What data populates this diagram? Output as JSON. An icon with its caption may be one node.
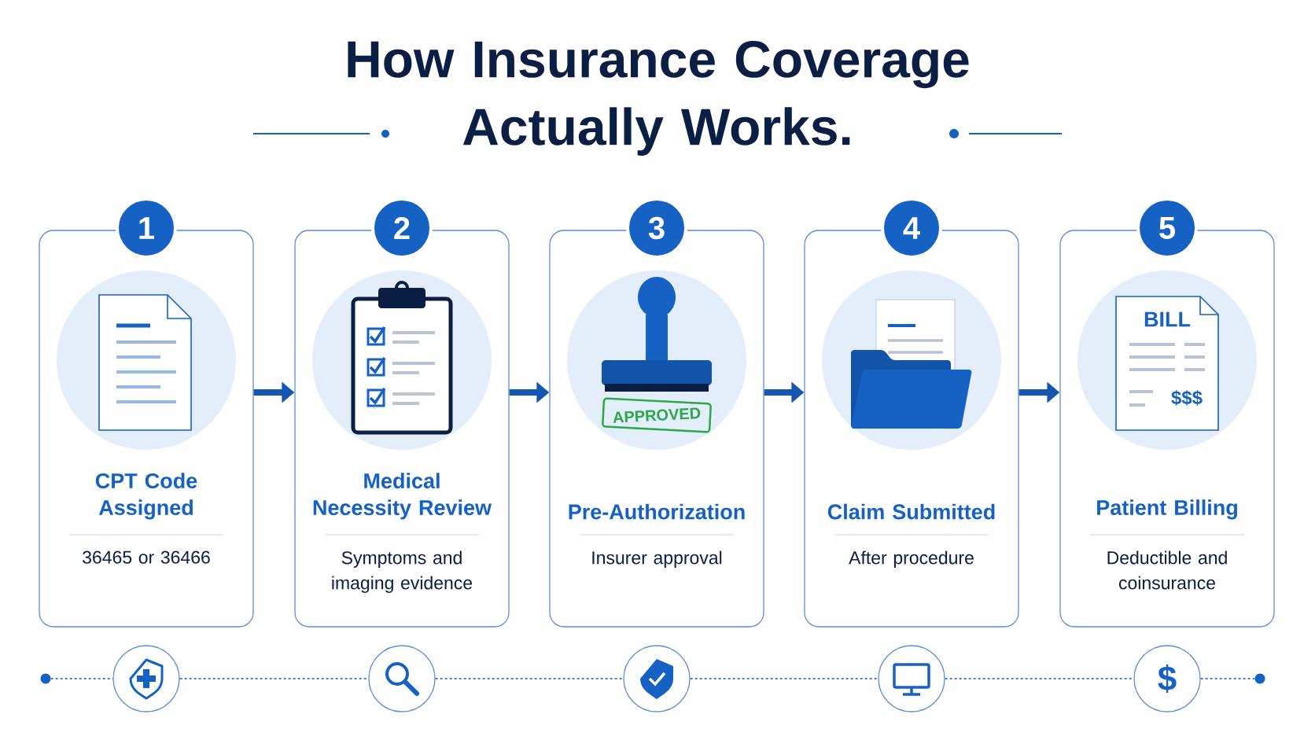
{
  "diagram": {
    "title": "How Insurance Coverage Actually Works.",
    "nodes": [
      {
        "text": [
          "1"
        ]
      },
      {
        "text": [
          "CPT Code Assigned",
          "36465 or 36466"
        ]
      },
      {
        "text": [
          "2"
        ]
      },
      {
        "text": [
          "Medical Necessity Review",
          "Symptoms and imaging evidence"
        ]
      },
      {
        "text": [
          "3"
        ]
      },
      {
        "text": [
          "Pre-Authorization",
          "Insurer approval"
        ]
      },
      {
        "text": [
          "4"
        ]
      },
      {
        "text": [
          "Claim Submitted",
          "After procedure"
        ]
      },
      {
        "text": [
          "5"
        ]
      },
      {
        "text": [
          "Patient Billing",
          "Deductible and coinsurance"
        ]
      },
      {
        "text": [],
        "shape": "circle"
      },
      {
        "text": [],
        "shape": "circle"
      },
      {
        "text": [],
        "shape": "circle"
      },
      {
        "text": [],
        "shape": "circle"
      },
      {
        "text": [],
        "shape": "circle"
      },
      {
        "text": [],
        "shape": "circle"
      },
      {
        "text": [],
        "shape": "circle"
      }
    ],
    "edges": [
      {
        "from": 1,
        "to": 3,
        "arrow": "to",
        "style": "thick"
      },
      {
        "from": 3,
        "to": 5,
        "arrow": "to",
        "style": "thick"
      },
      {
        "from": 5,
        "to": 7,
        "arrow": "to",
        "style": "thick"
      },
      {
        "from": 7,
        "to": 9,
        "arrow": "to",
        "style": "thick"
      },
      {
        "from": 10,
        "to": 11,
        "arrow": "none",
        "style": "dashed"
      },
      {
        "from": 11,
        "to": 12,
        "arrow": "none",
        "style": "dashed"
      },
      {
        "from": 12,
        "to": 13,
        "arrow": "none",
        "style": "dashed"
      },
      {
        "from": 13,
        "to": 14,
        "arrow": "none",
        "style": "dashed"
      },
      {
        "from": 14,
        "to": 15,
        "arrow": "none",
        "style": "dashed"
      },
      {
        "from": 15,
        "to": 16,
        "arrow": "none",
        "style": "dashed"
      }
    ],
    "labels": [
      "APPROVED",
      "BILL",
      "$$$",
      "$"
    ]
  }
}
